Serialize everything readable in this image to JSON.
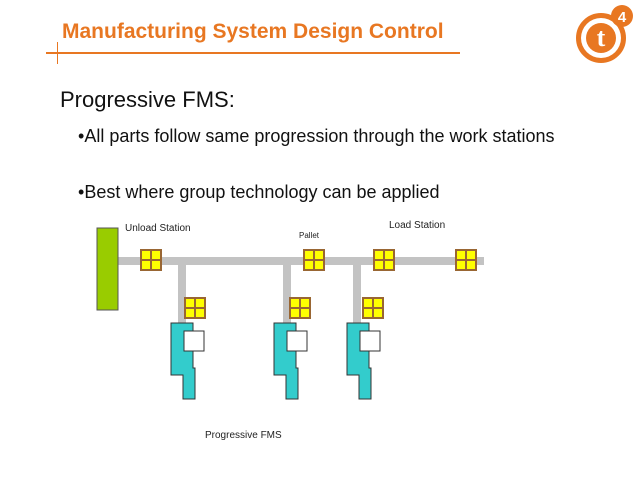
{
  "slide": {
    "title": "Manufacturing System Design Control",
    "logo": {
      "letter": "t",
      "superscript": "4"
    },
    "heading": "Progressive FMS:",
    "bullets": [
      "All parts follow same progression through the work stations",
      "Best where group technology can be applied"
    ]
  },
  "diagram": {
    "labels": {
      "unload_station": "Unload Station",
      "pallet": "Pallet",
      "load_station": "Load Station",
      "caption": "Progressive FMS"
    },
    "colors": {
      "track": "#c3c3c3",
      "unload_station": "#99cc00",
      "pallet_fill": "#ffff00",
      "pallet_border": "#996633",
      "machine": "#33cccc",
      "accent": "#e87722"
    },
    "workstations": 3,
    "pallets_on_main_line": 4
  }
}
